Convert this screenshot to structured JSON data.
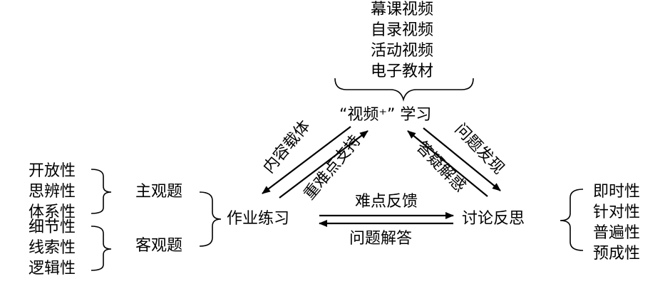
{
  "top_resources": [
    "幕课视频",
    "自录视频",
    "活动视频",
    "电子教材"
  ],
  "nodes": {
    "video_learning": "“视频⁺” 学习",
    "homework": "作业练习",
    "discussion": "讨论反思"
  },
  "edge_labels": {
    "content_carrier": "内容载体",
    "key_support": "重难点支持",
    "problem_discovery": "问题发现",
    "answer_doubts": "答疑解惑",
    "difficulty_feedback": "难点反馈",
    "question_answer": "问题解答"
  },
  "homework_types": {
    "subjective": "主观题",
    "objective": "客观题"
  },
  "subjective_traits": [
    "开放性",
    "思辨性",
    "体系性"
  ],
  "objective_traits": [
    "细节性",
    "线索性",
    "逻辑性"
  ],
  "discussion_traits": [
    "即时性",
    "针对性",
    "普遍性",
    "预成性"
  ]
}
